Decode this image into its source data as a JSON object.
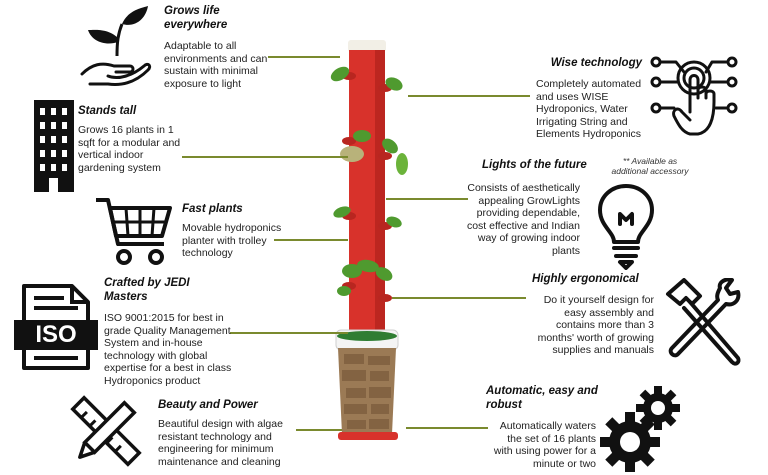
{
  "features": {
    "grows": {
      "title": "Grows life everywhere",
      "desc": "Adaptable to all environments and can sustain with minimal exposure to light"
    },
    "stands": {
      "title": "Stands tall",
      "desc": "Grows 16 plants in 1 sqft for a modular and vertical indoor gardening system"
    },
    "fast": {
      "title": "Fast plants",
      "desc": "Movable hydroponics planter with trolley technology"
    },
    "crafted": {
      "title": "Crafted by JEDI Masters",
      "desc": "ISO 9001:2015 for best in grade Quality Management System and in-house technology with global expertise for a best in class Hydroponics product",
      "icon_text": "ISO"
    },
    "beauty": {
      "title": "Beauty and Power",
      "desc": "Beautiful design with algae resistant technology and engineering for minimum maintenance and cleaning"
    },
    "wise": {
      "title": "Wise technology",
      "desc": "Completely automated and uses WISE Hydroponics, Water Irrigating String and Elements Hydroponics"
    },
    "lights": {
      "title": "Lights of the future",
      "note": "** Available as additional accessory",
      "desc": "Consists of aesthetically appealing GrowLights providing dependable, cost effective and Indian way of growing indoor plants"
    },
    "ergo": {
      "title": "Highly ergonomical",
      "desc": "Do it yourself design for easy assembly and contains more than 3 months' worth of growing supplies and manuals"
    },
    "auto": {
      "title": "Automatic, easy and robust",
      "desc": "Automatically waters the set of 16 plants with using power for a minute or two"
    }
  },
  "colors": {
    "connector": "#7a8a2e",
    "tower": "#d8322b",
    "tower_dark": "#a51d18",
    "leaf": "#4f9a2f",
    "icon": "#111111"
  }
}
